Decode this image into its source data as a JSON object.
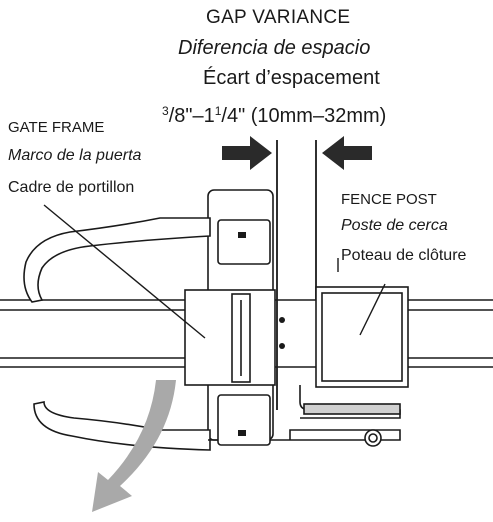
{
  "gap": {
    "title_en": "GAP VARIANCE",
    "title_es": "Diferencia de espacio",
    "title_fr": "Écart d’espacement",
    "range": {
      "a_num": "3",
      "a_den": "/8\"–1",
      "b_num": "1",
      "b_den": "/4\" (10mm–32mm)"
    }
  },
  "gate_frame": {
    "label_en": "GATE FRAME",
    "label_es": "Marco  de la puerta",
    "label_fr": "Cadre de portillon"
  },
  "fence_post": {
    "label_en": "FENCE POST",
    "label_es": "Poste de cerca",
    "label_fr": "Poteau de clôture"
  },
  "colors": {
    "line": "#1a1a1a",
    "arrow": "#2a2a2a",
    "swing_arrow": "#a9a9a9"
  }
}
